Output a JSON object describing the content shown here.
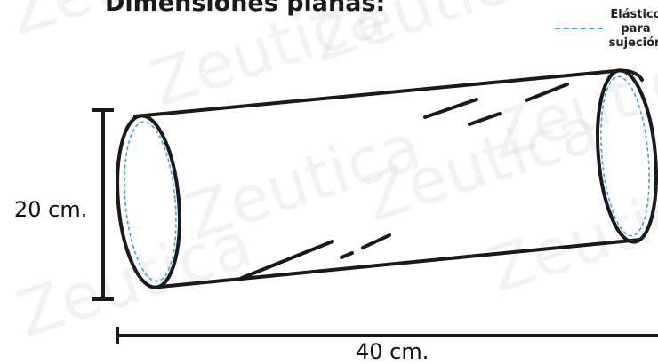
{
  "title": "Dimensiones planas:",
  "legend": {
    "line_color": "#3aa5dc",
    "lines": [
      "Elástico",
      "para",
      "sujeción"
    ]
  },
  "dimensions": {
    "height_label": "20 cm.",
    "width_label": "40 cm."
  },
  "watermark": {
    "text": "Zeutica",
    "icon": "flower-icon"
  },
  "colors": {
    "outline": "#1a1a1a",
    "elastic": "#3aa5dc"
  }
}
